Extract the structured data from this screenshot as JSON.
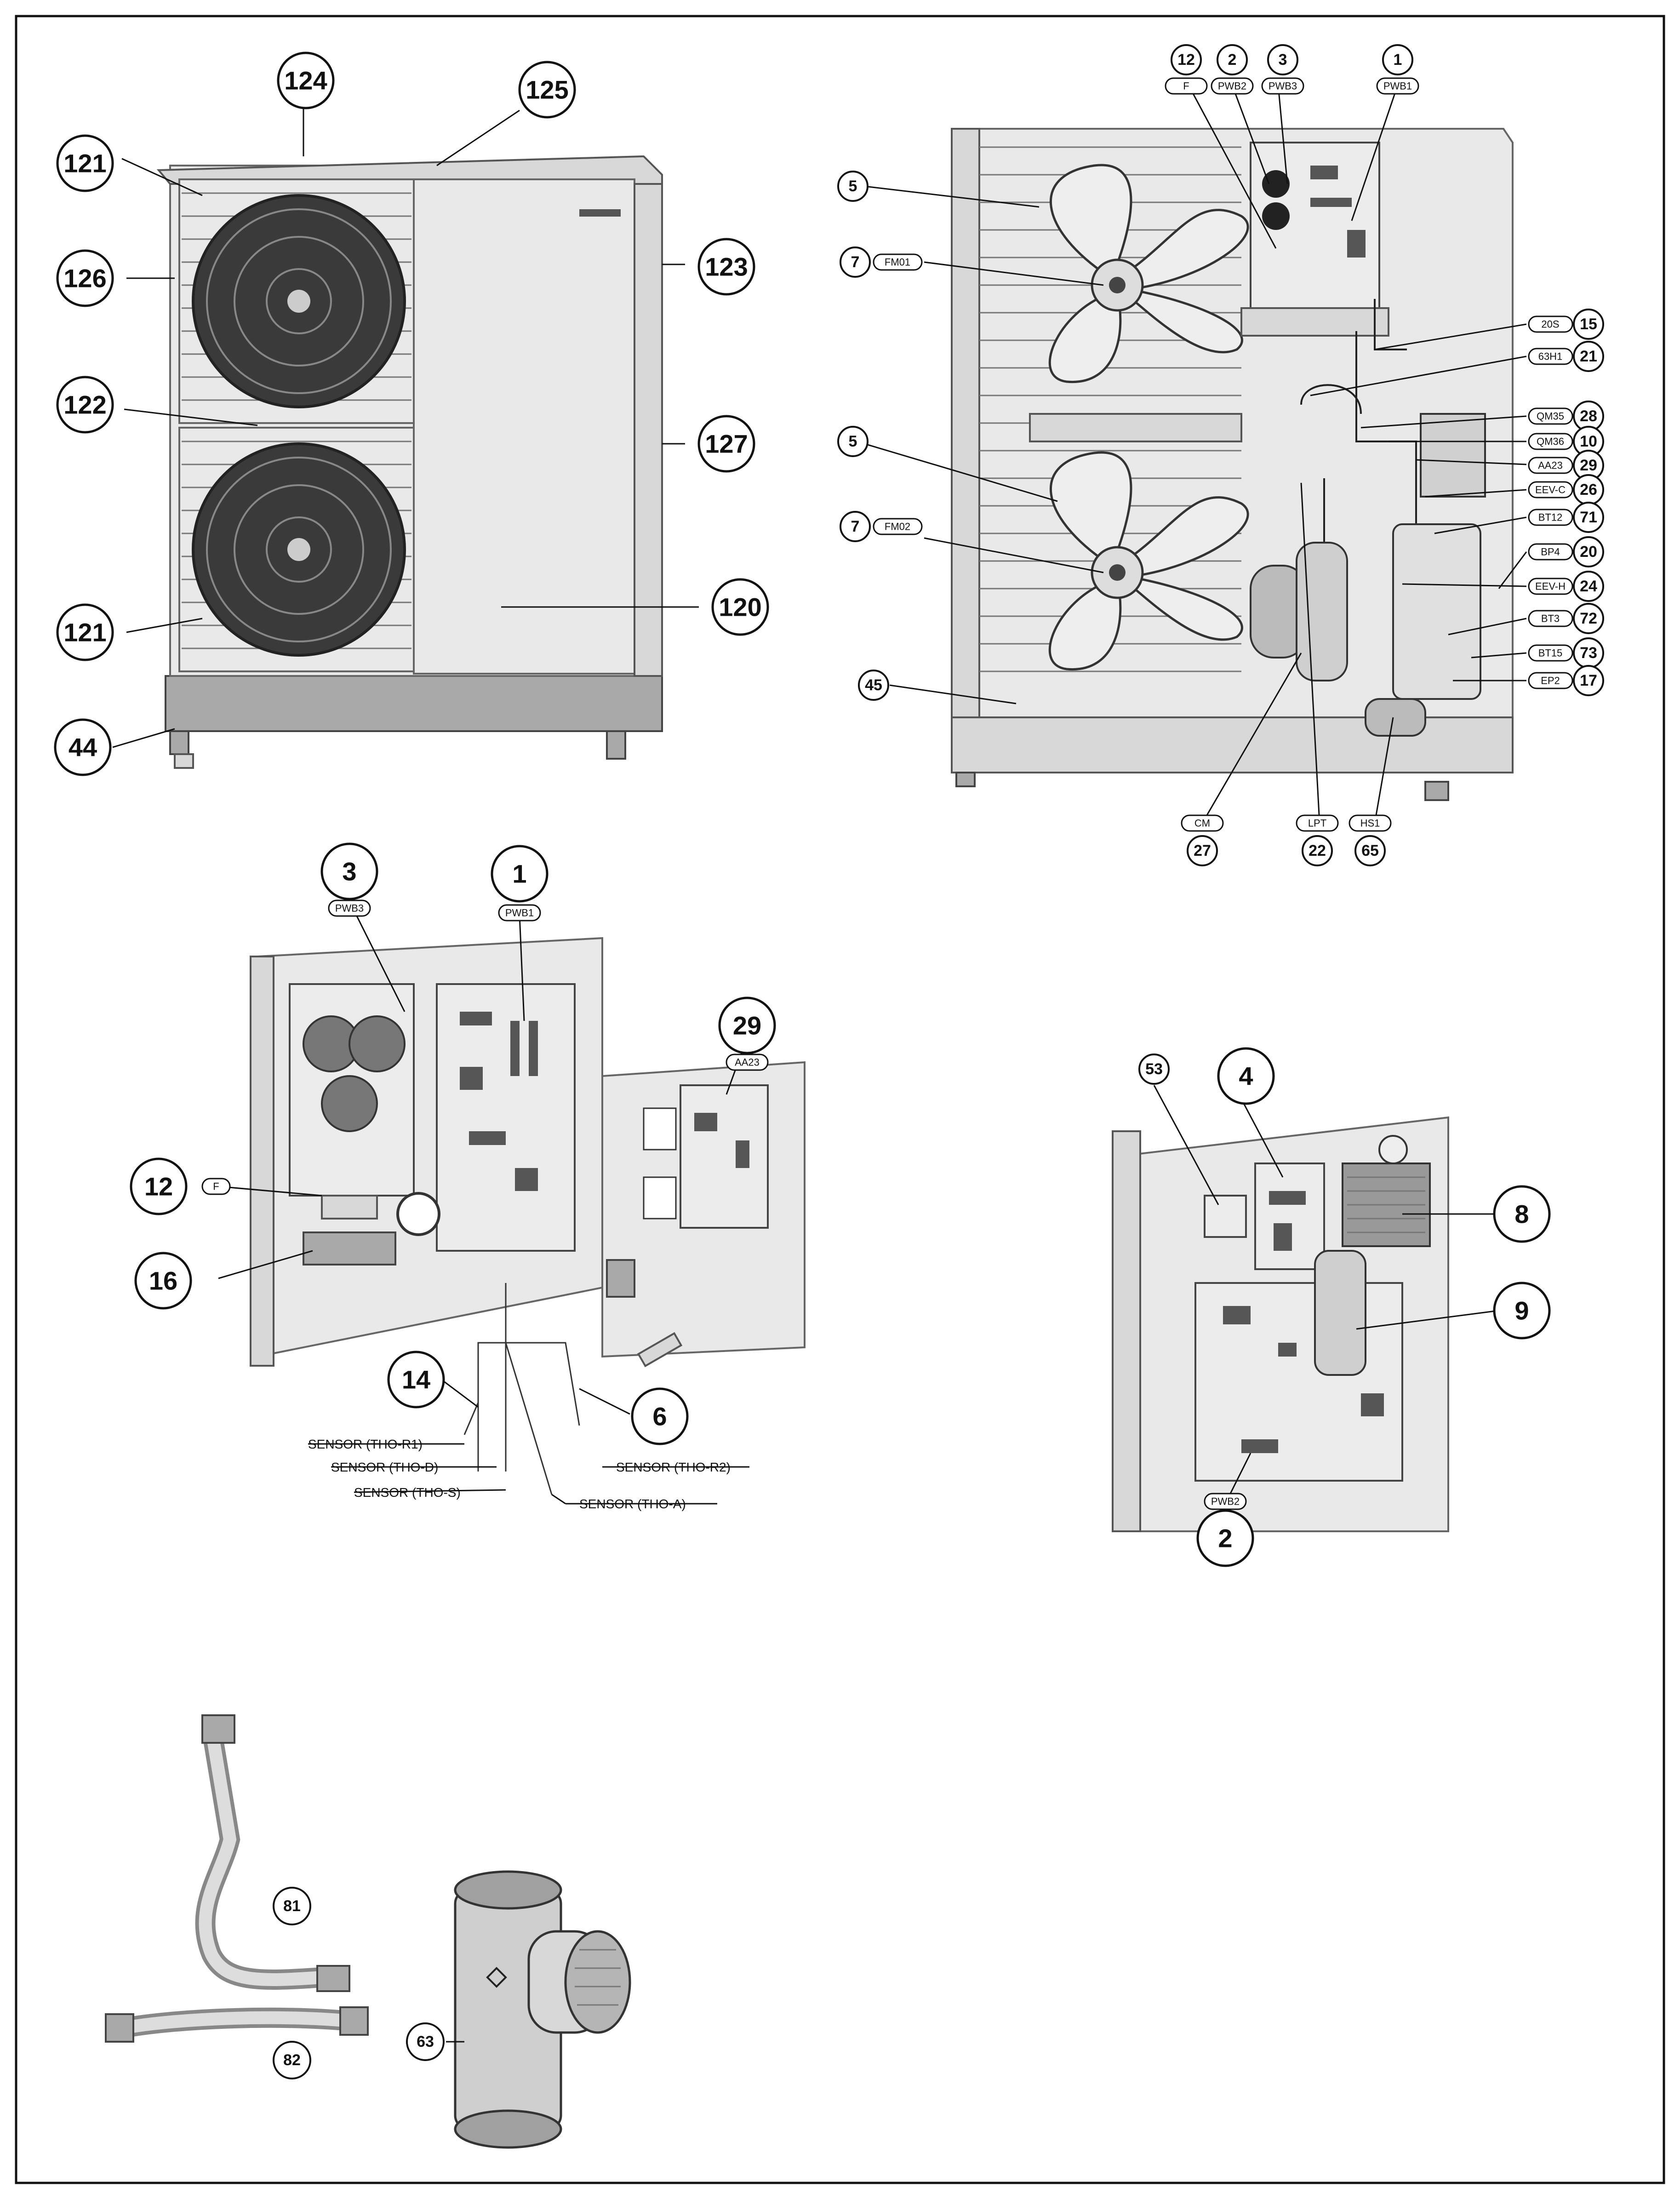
{
  "big_callouts": [
    {
      "id": "c124",
      "label": "124"
    },
    {
      "id": "c125",
      "label": "125"
    },
    {
      "id": "c121a",
      "label": "121"
    },
    {
      "id": "c126",
      "label": "126"
    },
    {
      "id": "c123",
      "label": "123"
    },
    {
      "id": "c122",
      "label": "122"
    },
    {
      "id": "c127",
      "label": "127"
    },
    {
      "id": "c121b",
      "label": "121"
    },
    {
      "id": "c120",
      "label": "120"
    },
    {
      "id": "c44",
      "label": "44"
    },
    {
      "id": "c3",
      "label": "3"
    },
    {
      "id": "c1",
      "label": "1"
    },
    {
      "id": "c29",
      "label": "29"
    },
    {
      "id": "c12",
      "label": "12"
    },
    {
      "id": "c16",
      "label": "16"
    },
    {
      "id": "c14",
      "label": "14"
    },
    {
      "id": "c6",
      "label": "6"
    },
    {
      "id": "c4",
      "label": "4"
    },
    {
      "id": "c8",
      "label": "8"
    },
    {
      "id": "c9",
      "label": "9"
    },
    {
      "id": "c2",
      "label": "2"
    }
  ],
  "small_callouts": [
    {
      "id": "s12",
      "label": "12"
    },
    {
      "id": "s2",
      "label": "2"
    },
    {
      "id": "s3",
      "label": "3"
    },
    {
      "id": "s1",
      "label": "1"
    },
    {
      "id": "s5a",
      "label": "5"
    },
    {
      "id": "s7a",
      "label": "7"
    },
    {
      "id": "s5b",
      "label": "5"
    },
    {
      "id": "s7b",
      "label": "7"
    },
    {
      "id": "s45",
      "label": "45"
    },
    {
      "id": "s15",
      "label": "15"
    },
    {
      "id": "s21",
      "label": "21"
    },
    {
      "id": "s28",
      "label": "28"
    },
    {
      "id": "s10",
      "label": "10"
    },
    {
      "id": "s29",
      "label": "29"
    },
    {
      "id": "s26",
      "label": "26"
    },
    {
      "id": "s71",
      "label": "71"
    },
    {
      "id": "s20",
      "label": "20"
    },
    {
      "id": "s24",
      "label": "24"
    },
    {
      "id": "s72",
      "label": "72"
    },
    {
      "id": "s73",
      "label": "73"
    },
    {
      "id": "s17",
      "label": "17"
    },
    {
      "id": "s27",
      "label": "27"
    },
    {
      "id": "s22",
      "label": "22"
    },
    {
      "id": "s65",
      "label": "65"
    },
    {
      "id": "s53",
      "label": "53"
    },
    {
      "id": "s81",
      "label": "81"
    },
    {
      "id": "s82",
      "label": "82"
    },
    {
      "id": "s63",
      "label": "63"
    }
  ],
  "tags": [
    {
      "id": "tF",
      "label": "F"
    },
    {
      "id": "tPWB2",
      "label": "PWB2"
    },
    {
      "id": "tPWB3",
      "label": "PWB3"
    },
    {
      "id": "tPWB1",
      "label": "PWB1"
    },
    {
      "id": "tFM01",
      "label": "FM01"
    },
    {
      "id": "tFM02",
      "label": "FM02"
    },
    {
      "id": "t20S",
      "label": "20S"
    },
    {
      "id": "t63H1",
      "label": "63H1"
    },
    {
      "id": "tQM35",
      "label": "QM35"
    },
    {
      "id": "tQM36",
      "label": "QM36"
    },
    {
      "id": "tAA23",
      "label": "AA23"
    },
    {
      "id": "tEEVC",
      "label": "EEV-C"
    },
    {
      "id": "tBT12",
      "label": "BT12"
    },
    {
      "id": "tBP4",
      "label": "BP4"
    },
    {
      "id": "tEEVH",
      "label": "EEV-H"
    },
    {
      "id": "tBT3",
      "label": "BT3"
    },
    {
      "id": "tBT15",
      "label": "BT15"
    },
    {
      "id": "tEP2",
      "label": "EP2"
    },
    {
      "id": "tCM",
      "label": "CM"
    },
    {
      "id": "tLPT",
      "label": "LPT"
    },
    {
      "id": "tHS1",
      "label": "HS1"
    },
    {
      "id": "tPWB3b",
      "label": "PWB3"
    },
    {
      "id": "tPWB1b",
      "label": "PWB1"
    },
    {
      "id": "tAA23b",
      "label": "AA23"
    },
    {
      "id": "tFb",
      "label": "F"
    },
    {
      "id": "tPWB2b",
      "label": "PWB2"
    }
  ],
  "sensors": [
    {
      "id": "thoR1",
      "label": "SENSOR (THO-R1)"
    },
    {
      "id": "thoD",
      "label": "SENSOR (THO-D)"
    },
    {
      "id": "thoS",
      "label": "SENSOR (THO-S)"
    },
    {
      "id": "thoR2",
      "label": "SENSOR (THO-R2)"
    },
    {
      "id": "thoA",
      "label": "SENSOR (THO-A)"
    }
  ]
}
